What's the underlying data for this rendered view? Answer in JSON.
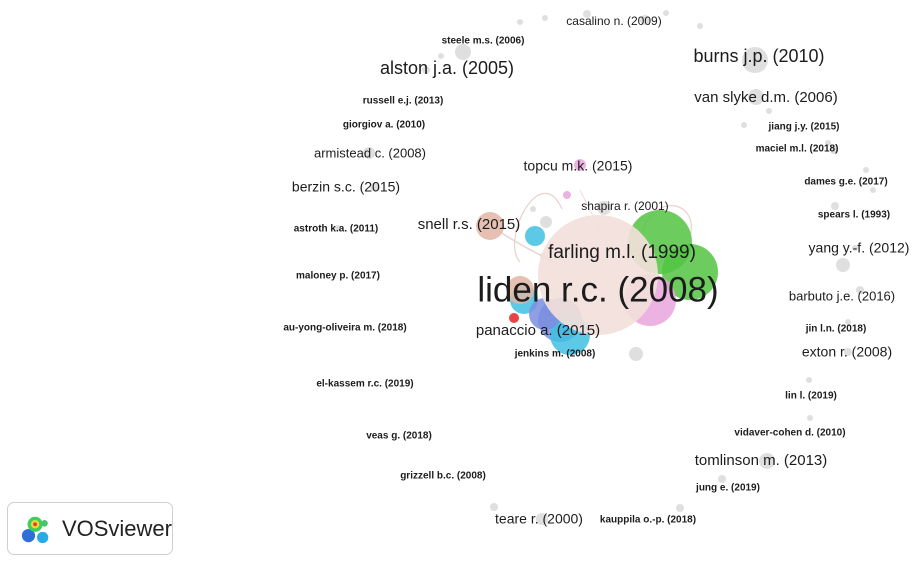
{
  "app": {
    "name": "VOSviewer"
  },
  "colors": {
    "grey_node": "#d9d9d9",
    "center_node": "#f2e0da",
    "green_node": "#52c442",
    "pink_node": "#e8a4dd",
    "cyan_node": "#3fbfe3",
    "salmon_node": "#e2b6a6",
    "red_node": "#e32424",
    "blue_node": "#7a8ee0",
    "edge": "#e8d2cc"
  },
  "network": {
    "labels": [
      "casalino n. (2009)",
      "steele m.s. (2006)",
      "alston j.a. (2005)",
      "burns j.p. (2010)",
      "van slyke d.m. (2006)",
      "russell e.j. (2013)",
      "giorgiov a. (2010)",
      "jiang j.y. (2015)",
      "maciel m.l. (2018)",
      "armistead c. (2008)",
      "topcu m.k. (2015)",
      "berzin s.c. (2015)",
      "dames g.e. (2017)",
      "shapira r. (2001)",
      "spears l. (1993)",
      "snell r.s. (2015)",
      "astroth k.a. (2011)",
      "farling m.l. (1999)",
      "yang y.-f. (2012)",
      "maloney p. (2017)",
      "liden r.c. (2008)",
      "barbuto j.e. (2016)",
      "au-yong-oliveira m. (2018)",
      "panaccio a. (2015)",
      "jin l.n. (2018)",
      "jenkins m. (2008)",
      "exton r. (2008)",
      "el-kassem r.c. (2019)",
      "lin l. (2019)",
      "veas g. (2018)",
      "vidaver-cohen d. (2010)",
      "tomlinson m. (2013)",
      "grizzell b.c. (2008)",
      "jung e. (2019)",
      "teare r. (2000)",
      "kauppila o.-p. (2018)"
    ]
  }
}
